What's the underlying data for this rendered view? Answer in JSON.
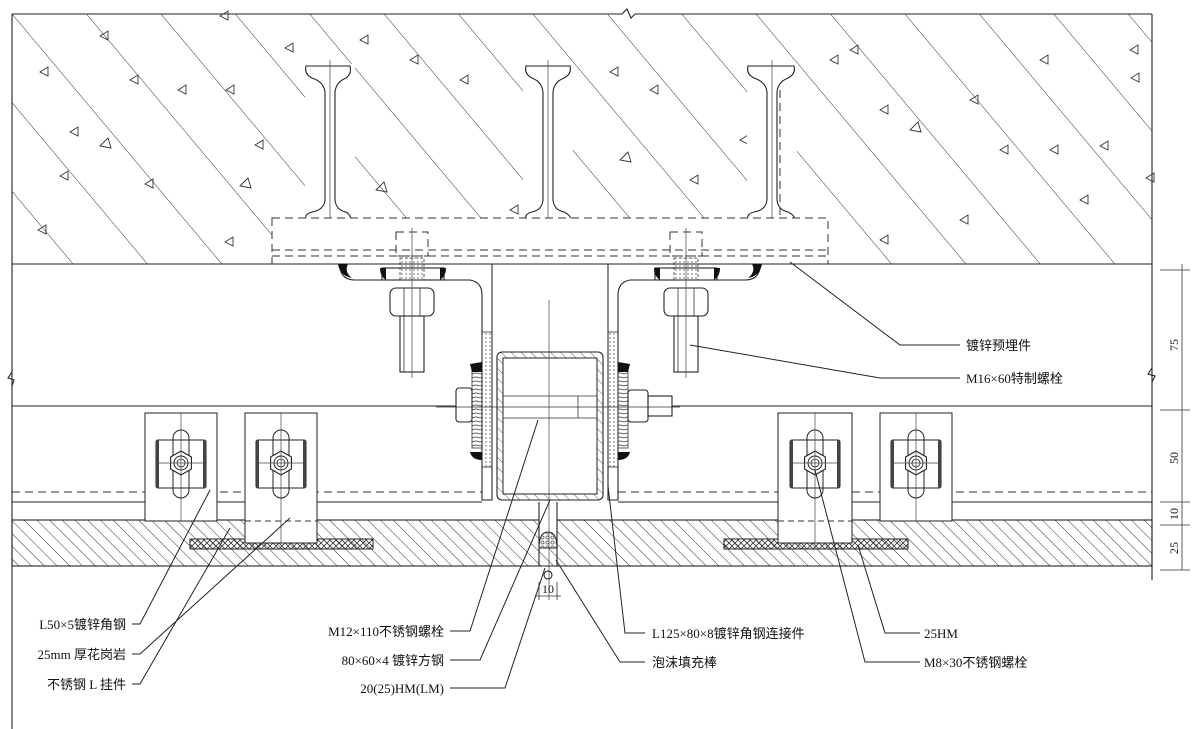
{
  "title": "石材幕墙横剖节点详图",
  "labels": {
    "embedded_plate": "镀锌预埋件",
    "special_bolt": "M16×60特制螺栓",
    "angle_steel": "L50×5镀锌角钢",
    "granite": "25mm 厚花岗岩",
    "l_hanger": "不锈钢 L 挂件",
    "ss_bolt_m12": "M12×110不锈钢螺栓",
    "square_tube": "80×60×4 镀锌方钢",
    "sealant_20": "20(25)HM(LM)",
    "connector": "L125×80×8镀锌角钢连接件",
    "foam_rod": "泡沫填充棒",
    "sealant_25": "25HM",
    "ss_bolt_m8": "M8×30不锈钢螺栓"
  },
  "dimensions": {
    "d75": "75",
    "d50": "50",
    "d10": "10",
    "d25": "25",
    "joint": "10"
  },
  "materials": {
    "concrete": "concrete-hatch",
    "stone": "stone-hatch",
    "insulation": "padding-hatch"
  }
}
